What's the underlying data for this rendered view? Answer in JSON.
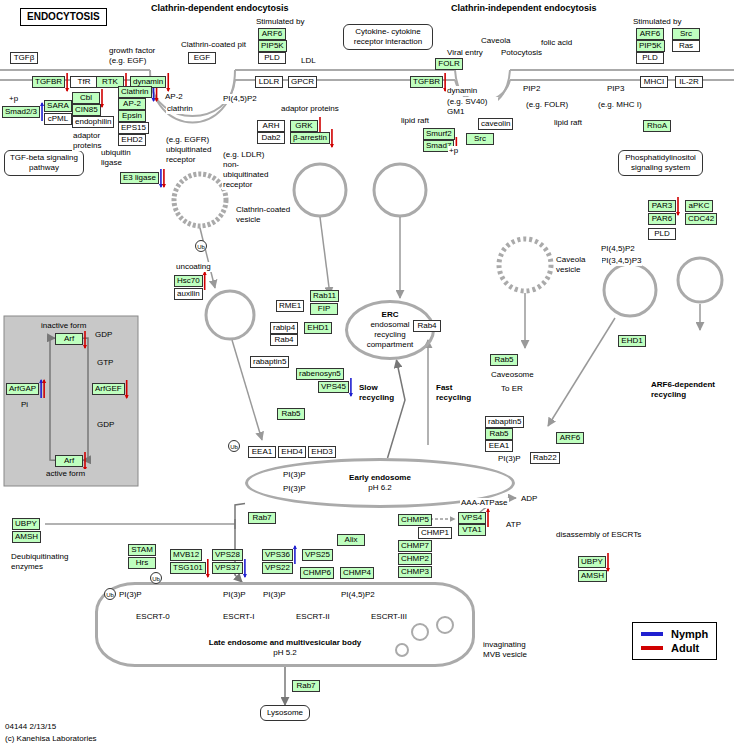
{
  "diagram": {
    "nodes": [
      {
        "text": [
          "ENDOCYTOSIS"
        ]
      },
      {
        "text": [
          "ARF6"
        ]
      },
      {
        "text": [
          "PIP5K"
        ]
      },
      {
        "text": [
          "PLD"
        ]
      },
      {
        "text": [
          "Cytokine- cytokine receptor interaction"
        ]
      },
      {
        "text": [
          "ARF6"
        ]
      },
      {
        "text": [
          "Src"
        ]
      },
      {
        "text": [
          "PIP5K"
        ]
      },
      {
        "text": [
          "Ras"
        ]
      },
      {
        "text": [
          "PLD"
        ]
      },
      {
        "text": [
          "TGFβ"
        ]
      },
      {
        "text": [
          "EGF"
        ]
      },
      {
        "text": [
          "TGFBR"
        ]
      },
      {
        "text": [
          "TfR"
        ]
      },
      {
        "text": [
          "RTK"
        ]
      },
      {
        "text": [
          "dynamin"
        ]
      },
      {
        "text": [
          "LDLR"
        ]
      },
      {
        "text": [
          "GPCR"
        ]
      },
      {
        "text": [
          "TGFBR"
        ]
      },
      {
        "text": [
          "FOLR"
        ]
      },
      {
        "text": [
          "MHCI"
        ]
      },
      {
        "text": [
          "IL-2R"
        ]
      },
      {
        "text": [
          "Clathrin"
        ]
      },
      {
        "text": [
          "Cbl"
        ]
      },
      {
        "text": [
          "AP-2"
        ]
      },
      {
        "text": [
          "SARA"
        ]
      },
      {
        "text": [
          "Smad2/3"
        ]
      },
      {
        "text": [
          "CIN85"
        ]
      },
      {
        "text": [
          "Epsin"
        ]
      },
      {
        "text": [
          "cPML"
        ]
      },
      {
        "text": [
          "endophilin"
        ]
      },
      {
        "text": [
          "EPS15"
        ]
      },
      {
        "text": [
          "ARH"
        ]
      },
      {
        "text": [
          "GRK"
        ]
      },
      {
        "text": [
          "Dab2"
        ]
      },
      {
        "text": [
          "β-arrestin"
        ]
      },
      {
        "text": [
          "EHD2"
        ]
      },
      {
        "text": [
          "Smurf2"
        ]
      },
      {
        "text": [
          "Smad7"
        ]
      },
      {
        "text": [
          "caveolin"
        ]
      },
      {
        "text": [
          "Src"
        ]
      },
      {
        "text": [
          "RhoA"
        ]
      },
      {
        "text": [
          "TGF-beta signaling pathway"
        ]
      },
      {
        "text": [
          "E3 ligase"
        ]
      },
      {
        "text": [
          "Phosphatidylinositol signaling system"
        ]
      },
      {
        "text": [
          "PAR3"
        ]
      },
      {
        "text": [
          "aPKC"
        ]
      },
      {
        "text": [
          "PAR6"
        ]
      },
      {
        "text": [
          "CDC42"
        ]
      },
      {
        "text": [
          "PLD"
        ]
      },
      {
        "text": [
          "Hsc70"
        ]
      },
      {
        "text": [
          "auxilin"
        ]
      },
      {
        "text": [
          "Arf"
        ]
      },
      {
        "text": [
          "ArfGAP"
        ]
      },
      {
        "text": [
          "ArfGEF"
        ]
      },
      {
        "text": [
          "Arf"
        ]
      },
      {
        "text": [
          "RME1"
        ]
      },
      {
        "text": [
          "Rab11"
        ]
      },
      {
        "text": [
          "FIP"
        ]
      },
      {
        "text": [
          "ERC",
          "endosomal recycling compartment"
        ]
      },
      {
        "text": [
          "rabip4"
        ]
      },
      {
        "text": [
          "EHD1"
        ]
      },
      {
        "text": [
          "Rab4"
        ]
      },
      {
        "text": [
          "rabaptin5"
        ]
      },
      {
        "text": [
          "rabenosyn5"
        ]
      },
      {
        "text": [
          "VPS45"
        ]
      },
      {
        "text": [
          "Rab4"
        ]
      },
      {
        "text": [
          "Rab5"
        ]
      },
      {
        "text": [
          "EHD1"
        ]
      },
      {
        "text": [
          "Rab5"
        ]
      },
      {
        "text": [
          "rabaptin5"
        ]
      },
      {
        "text": [
          "Rab5"
        ]
      },
      {
        "text": [
          "EEA1"
        ]
      },
      {
        "text": [
          "ARF6"
        ]
      },
      {
        "text": [
          "Rab22"
        ]
      },
      {
        "text": [
          "EEA1"
        ]
      },
      {
        "text": [
          "EHD4"
        ]
      },
      {
        "text": [
          "EHD3"
        ]
      },
      {
        "text": [
          "Early endosome",
          "pH 6.2"
        ]
      },
      {
        "text": [
          "Rab7"
        ]
      },
      {
        "text": [
          "UBPY"
        ]
      },
      {
        "text": [
          "AMSH"
        ]
      },
      {
        "text": [
          "CHMP5"
        ]
      },
      {
        "text": [
          "VPS4"
        ]
      },
      {
        "text": [
          "VTA1"
        ]
      },
      {
        "text": [
          "CHMP1"
        ]
      },
      {
        "text": [
          "Alix"
        ]
      },
      {
        "text": [
          "CHMP7"
        ]
      },
      {
        "text": [
          "STAM"
        ]
      },
      {
        "text": [
          "MVB12"
        ]
      },
      {
        "text": [
          "VPS28"
        ]
      },
      {
        "text": [
          "VPS36"
        ]
      },
      {
        "text": [
          "VPS25"
        ]
      },
      {
        "text": [
          "CHMP2"
        ]
      },
      {
        "text": [
          "UBPY"
        ]
      },
      {
        "text": [
          "Hrs"
        ]
      },
      {
        "text": [
          "TSG101"
        ]
      },
      {
        "text": [
          "VPS37"
        ]
      },
      {
        "text": [
          "VPS22"
        ]
      },
      {
        "text": [
          "CHMP6"
        ]
      },
      {
        "text": [
          "CHMP4"
        ]
      },
      {
        "text": [
          "CHMP3"
        ]
      },
      {
        "text": [
          "AMSH"
        ]
      },
      {
        "text": [
          "Late endosome and multivesicular body",
          "pH 5.2"
        ]
      },
      {
        "text": [
          "Rab7"
        ]
      },
      {
        "text": [
          "Lysosome"
        ]
      }
    ],
    "edges": [
      {
        "from": 78,
        "to": 59,
        "arrow": "to"
      },
      {
        "from": 78,
        "to": 103,
        "arrow": "to"
      },
      {
        "from": 103,
        "to": 105,
        "arrow": "to"
      },
      {
        "from": 52,
        "to": 55,
        "arrow": "to"
      },
      {
        "from": 55,
        "to": 52,
        "arrow": "to"
      }
    ],
    "labels": [
      "Clathrin-dependent endocytosis",
      "Clathrin-independent endocytosis",
      "Stimulated by",
      "Stimulated by",
      "growth factor (e.g. EGF)",
      "Clathrin-coated pit",
      "LDL",
      "Caveola",
      "Viral entry",
      "Potocytosis",
      "folic acid",
      "+p",
      "+p",
      "AP-2",
      "clathrin",
      "PI(4,5)P2",
      "adaptor proteins",
      "adaptor proteins",
      "ubiquitin ligase",
      "(e.g. EGFR) ubiquitinated receptor",
      "(e.g. LDLR) non-ubiquitinated receptor",
      "dynamin",
      "(e.g. SV40) GM1",
      "lipid raft",
      "PIP2",
      "(e.g. FOLR)",
      "lipid raft",
      "PIP3",
      "(e.g. MHC I)",
      "PI(4,5)P2",
      "PI(3,4,5)P3",
      "Clathrin-coated vesicle",
      "uncoating",
      "inactive form",
      "GDP",
      "GTP",
      "Pi",
      "GDP",
      "active form",
      "Slow recycling",
      "Fast recycling",
      "Caveola vesicle",
      "Caveosome",
      "To ER",
      "ARF6-dependent recycling",
      "PI(3)P",
      "PI(3)P",
      "PI(3)P",
      "Deubiquitinating enzymes",
      "AAA-ATPase",
      "ADP",
      "ATP",
      "disassembly of ESCRTs",
      "PI(3)P",
      "PI(3)P",
      "PI(3)P",
      "PI(4,5)P2",
      "ESCRT-0",
      "ESCRT-I",
      "ESCRT-II",
      "ESCRT-III",
      "invaginating MVB vesicle",
      "04144 2/13/15",
      "(c) Kanehisa Laboratories",
      "Ub",
      "Ub",
      "Ub",
      "Ub"
    ],
    "legend": [
      {
        "text": "Nymph",
        "color": "#2020d0"
      },
      {
        "text": "Adult",
        "color": "#d00000"
      }
    ]
  }
}
